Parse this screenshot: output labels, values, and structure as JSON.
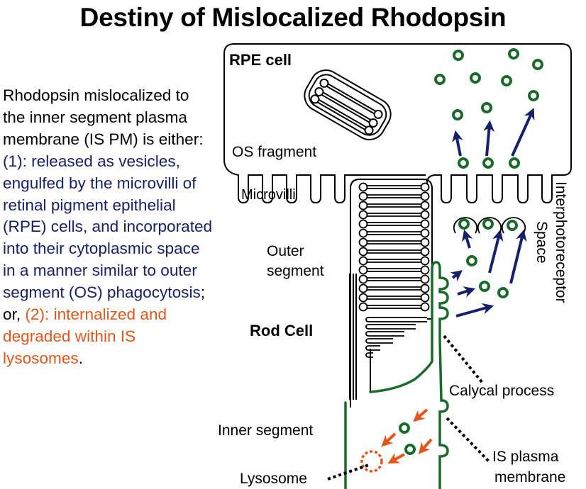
{
  "title": "Destiny of Mislocalized Rhodopsin",
  "description": {
    "intro": "Rhodopsin mislocalized to the inner segment plasma membrane (IS PM) is either: ",
    "path1": "(1): released as vesicles, engulfed by the microvilli of retinal pigment epithelial (RPE) cells, and incorporated into their cytoplasmic space in a manner similar to outer segment (OS) phagocytosis",
    "sep": "; or, ",
    "path2": "(2): internalized and degraded within IS lysosomes",
    "end": "."
  },
  "labels": {
    "rpe_cell": "RPE cell",
    "os_fragment": "OS fragment",
    "microvilli": "Microvilli",
    "outer_segment_1": "Outer",
    "outer_segment_2": "segment",
    "rod_cell": "Rod Cell",
    "interphotoreceptor_space_1": "Interphotoreceptor",
    "interphotoreceptor_space_2": "Space",
    "calycal_process": "Calycal process",
    "inner_segment": "Inner segment",
    "is_plasma_membrane_1": "IS plasma",
    "is_plasma_membrane_2": "membrane",
    "lysosome": "Lysosome"
  },
  "colors": {
    "path1_blue": "#17216b",
    "path2_orange": "#e0561b",
    "membrane_green": "#1a6b2a",
    "outline_black": "#000000"
  }
}
